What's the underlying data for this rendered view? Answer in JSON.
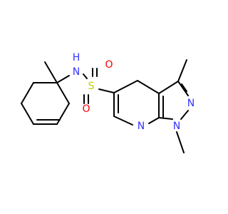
{
  "atom_labels": {
    "nh_n": "N",
    "nh_h": "H",
    "sulfonyl_s": "S",
    "sulfonyl_o_top": "O",
    "sulfonyl_o_bottom": "O",
    "pyrazole_n2": "N",
    "pyrazole_n1": "N",
    "pyridine_n": "N"
  },
  "colors": {
    "bond": "#000000",
    "nitrogen": "#3333ff",
    "oxygen": "#ff0000",
    "sulfur": "#cccc00"
  }
}
